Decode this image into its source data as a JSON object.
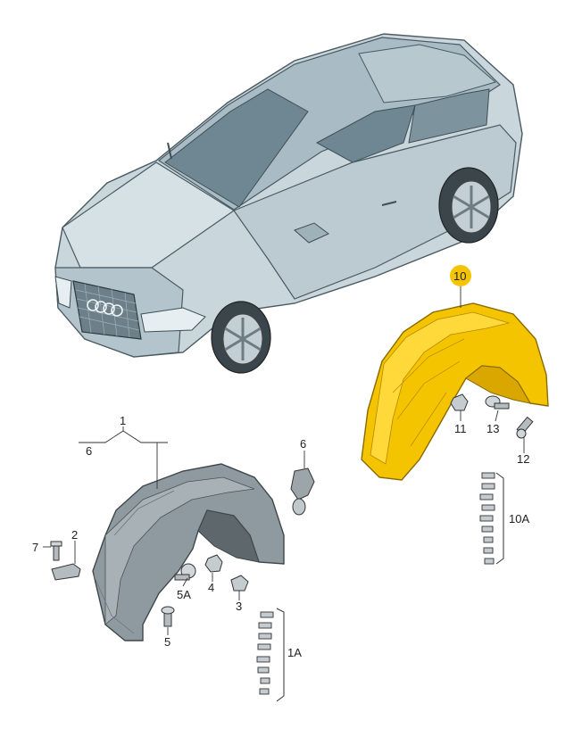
{
  "labels": {
    "part_1": "1",
    "part_1A": "1A",
    "part_2": "2",
    "part_3": "3",
    "part_4": "4",
    "part_5": "5",
    "part_5A": "5A",
    "part_6": "6",
    "part_6_bracket": "6",
    "part_7": "7",
    "part_10": "10",
    "part_10A": "10A",
    "part_11": "11",
    "part_12": "12",
    "part_13": "13"
  },
  "colors": {
    "car_body": "#c9d6dc",
    "car_dark": "#8ea1ab",
    "car_glass": "#6f8792",
    "liner_grey": "#8f9aa0",
    "liner_dark": "#5d676c",
    "highlight_yellow": "#f5c400",
    "highlight_yellow_dark": "#d9a700",
    "callout_fill": "#f5c400",
    "line": "#333333"
  },
  "icons": {
    "vehicle": "car-illustration",
    "left_liner": "wheel-arch-liner-grey",
    "right_liner": "wheel-arch-liner-yellow",
    "fasteners": "screw-and-clip-icons"
  }
}
